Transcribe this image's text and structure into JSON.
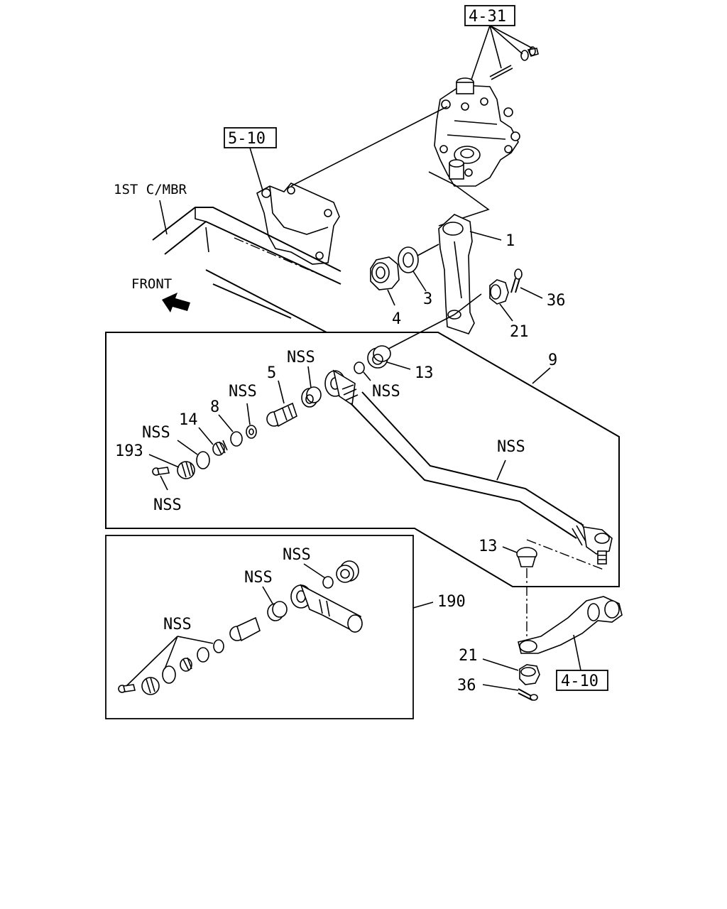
{
  "refs": {
    "ref_4_31": "4-31",
    "ref_5_10": "5-10",
    "ref_4_10": "4-10"
  },
  "annotations": {
    "frame_member": "1ST C/MBR",
    "front": "FRONT"
  },
  "callouts": {
    "c1": "1",
    "c3": "3",
    "c4": "4",
    "c36_top": "36",
    "c21_top": "21",
    "c9": "9",
    "c13_top": "13",
    "c_nss_13": "NSS",
    "c_nss_bush": "NSS",
    "c5": "5",
    "c_nss_seal": "NSS",
    "c8": "8",
    "c14": "14",
    "c_nss_oring": "NSS",
    "c193": "193",
    "c_nss_bolt": "NSS",
    "c_nss_rod": "NSS",
    "c13_bottom": "13",
    "c190": "190",
    "c_nss_b1": "NSS",
    "c_nss_b2": "NSS",
    "c_nss_b3": "NSS",
    "c21_bottom": "21",
    "c36_bottom": "36"
  }
}
